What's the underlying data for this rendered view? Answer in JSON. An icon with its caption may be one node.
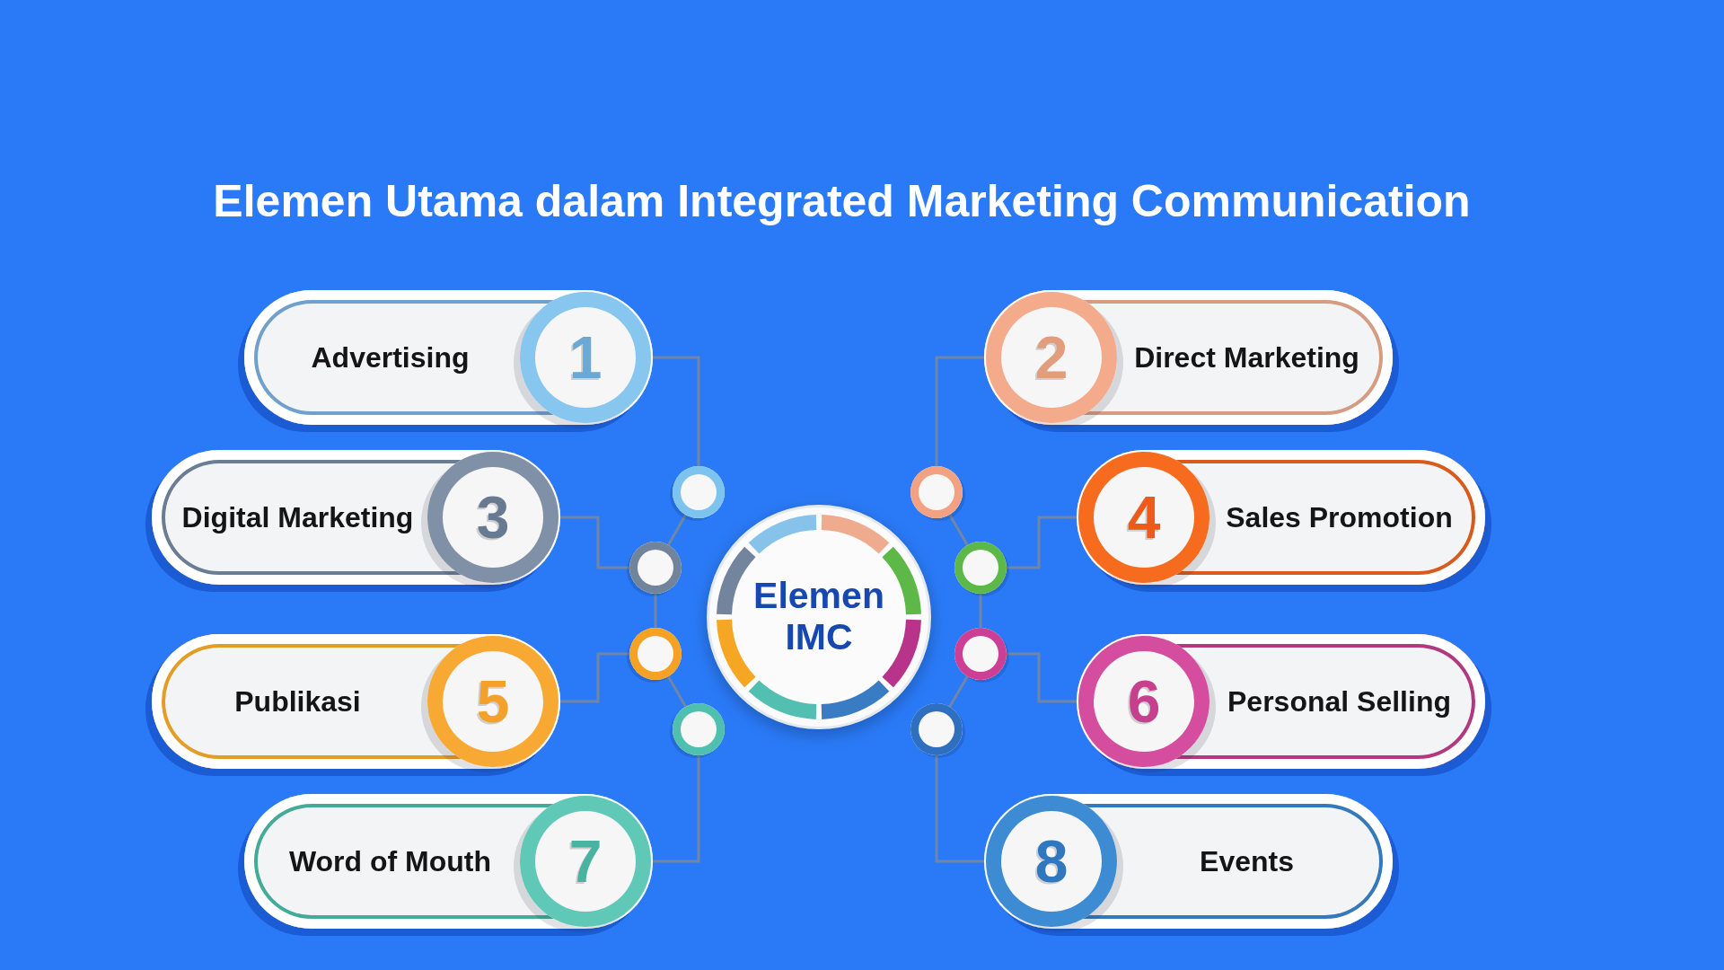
{
  "diagram": {
    "title": "Elemen Utama dalam Integrated Marketing Communication",
    "nodes": [
      {
        "text": [
          "Advertising"
        ]
      },
      {
        "text": [
          "1"
        ],
        "in": 0
      },
      {
        "text": [
          "Direct Marketing"
        ]
      },
      {
        "text": [
          "2"
        ],
        "in": 2
      },
      {
        "text": [
          "Digital Marketing"
        ]
      },
      {
        "text": [
          "3"
        ],
        "in": 4
      },
      {
        "text": [
          "Sales Promotion"
        ]
      },
      {
        "text": [
          "4"
        ],
        "in": 6
      },
      {
        "text": [
          "Publikasi"
        ]
      },
      {
        "text": [
          "5"
        ],
        "in": 8
      },
      {
        "text": [
          "Personal Selling"
        ]
      },
      {
        "text": [
          "6"
        ],
        "in": 10
      },
      {
        "text": [
          "Word of Mouth"
        ]
      },
      {
        "text": [
          "7"
        ],
        "in": 12
      },
      {
        "text": [
          "Events"
        ]
      },
      {
        "text": [
          "8"
        ],
        "in": 14
      },
      {
        "text": [
          "Elemen IMC"
        ]
      },
      {
        "text": [],
        "shape": "circle"
      },
      {
        "text": [],
        "shape": "circle"
      },
      {
        "text": [],
        "shape": "circle"
      },
      {
        "text": [],
        "shape": "circle"
      },
      {
        "text": [],
        "shape": "circle"
      },
      {
        "text": [],
        "shape": "circle"
      },
      {
        "text": [],
        "shape": "circle"
      },
      {
        "text": [],
        "shape": "circle"
      }
    ],
    "edges": [
      {
        "from": 0,
        "to": 17,
        "arrow": "none"
      },
      {
        "from": 2,
        "to": 18,
        "arrow": "none"
      },
      {
        "from": 4,
        "to": 19,
        "arrow": "none"
      },
      {
        "from": 6,
        "to": 20,
        "arrow": "none"
      },
      {
        "from": 8,
        "to": 21,
        "arrow": "none"
      },
      {
        "from": 10,
        "to": 22,
        "arrow": "none"
      },
      {
        "from": 12,
        "to": 23,
        "arrow": "none"
      },
      {
        "from": 14,
        "to": 24,
        "arrow": "none"
      },
      {
        "from": 17,
        "to": 19,
        "arrow": "none"
      },
      {
        "from": 19,
        "to": 21,
        "arrow": "none"
      },
      {
        "from": 21,
        "to": 23,
        "arrow": "none"
      },
      {
        "from": 18,
        "to": 20,
        "arrow": "none"
      },
      {
        "from": 20,
        "to": 22,
        "arrow": "none"
      },
      {
        "from": 22,
        "to": 24,
        "arrow": "none"
      }
    ]
  }
}
